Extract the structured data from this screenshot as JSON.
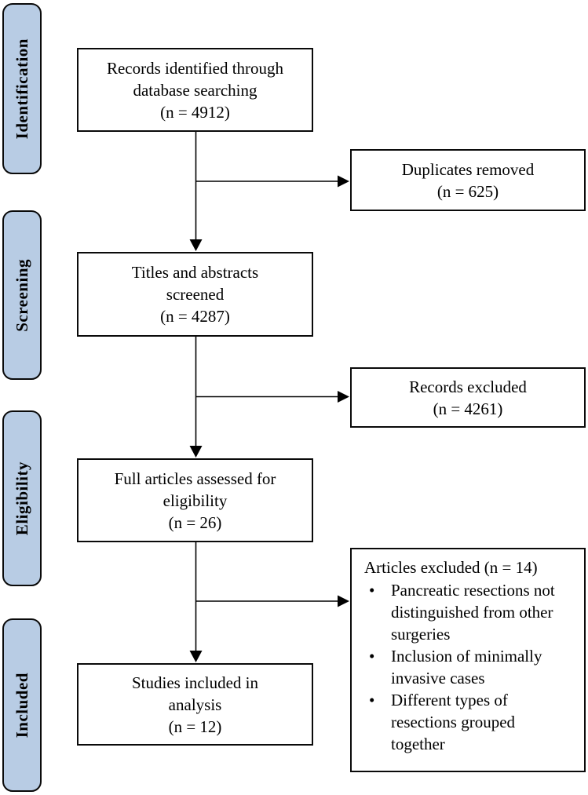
{
  "colors": {
    "stage_fill": "#b8cce4",
    "stage_border": "#0a0a0a",
    "box_fill": "#ffffff",
    "box_border": "#0a0a0a",
    "connector": "#000000",
    "text": "#000000"
  },
  "stages": [
    {
      "label": "Identification"
    },
    {
      "label": "Screening"
    },
    {
      "label": "Eligibility"
    },
    {
      "label": "Included"
    }
  ],
  "flow_boxes": [
    {
      "lines": [
        "Records identified through",
        "database searching",
        "(n = 4912)"
      ]
    },
    {
      "lines": [
        "Titles and abstracts",
        "screened",
        "(n = 4287)"
      ]
    },
    {
      "lines": [
        "Full articles assessed for",
        "eligibility",
        "(n = 26)"
      ]
    },
    {
      "lines": [
        "Studies included in",
        "analysis",
        "(n = 12)"
      ]
    }
  ],
  "side_boxes": [
    {
      "lines": [
        "Duplicates removed",
        "(n = 625)"
      ]
    },
    {
      "lines": [
        "Records excluded",
        "(n = 4261)"
      ]
    }
  ],
  "excluded_box": {
    "title": "Articles excluded (n = 14)",
    "bullet_glyph": "•",
    "bullets": [
      "Pancreatic resections not distinguished from other surgeries",
      "Inclusion of minimally invasive cases",
      "Different types of resections grouped together"
    ]
  }
}
